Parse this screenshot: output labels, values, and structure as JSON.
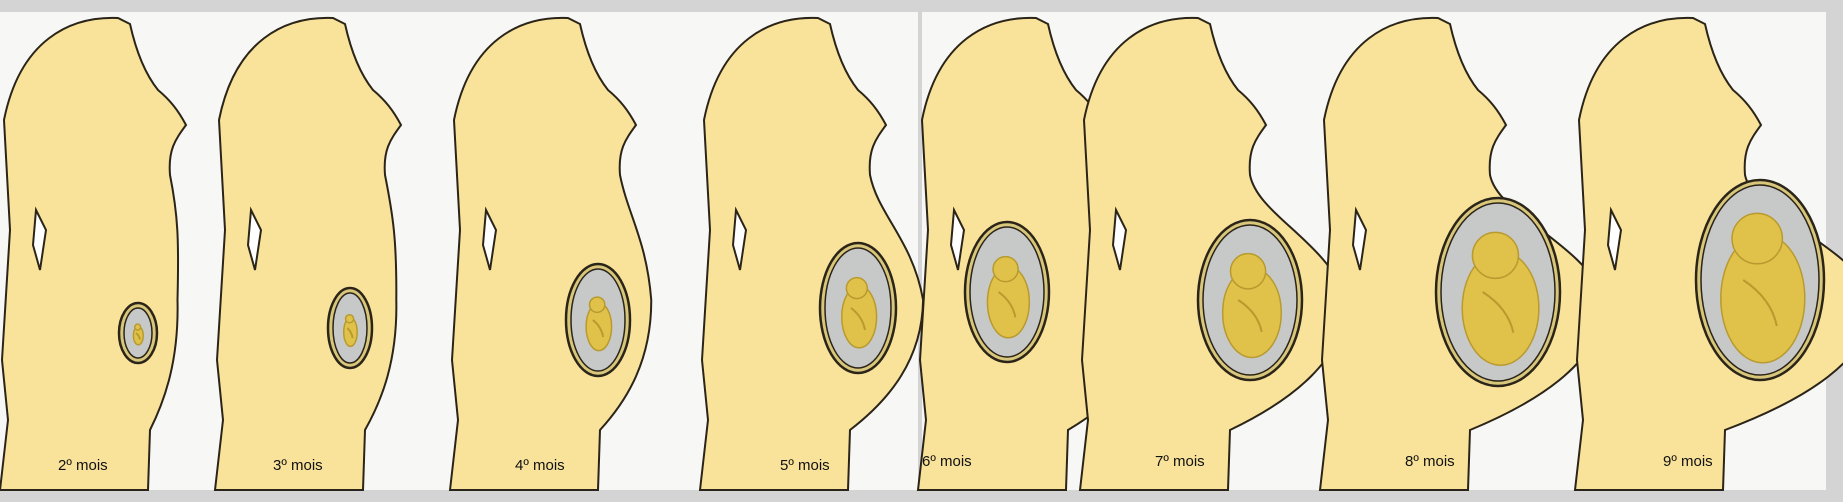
{
  "figure": {
    "colors": {
      "body_fill": "#f9e39a",
      "body_stroke": "#2b2418",
      "background": "#f7f7f5",
      "frame": "#c9c9c9",
      "amniotic_fill": "#c7c8c8",
      "uterus_ring": "#d8c77a",
      "fetus_fill": "#e0c24a",
      "fetus_shade": "#b89a2e"
    },
    "stages": [
      {
        "label": "2º mois",
        "fetus_level": 0.1
      },
      {
        "label": "3º mois",
        "fetus_level": 0.2
      },
      {
        "label": "4º mois",
        "fetus_level": 0.35
      },
      {
        "label": "5º mois",
        "fetus_level": 0.5
      },
      {
        "label": "6º mois",
        "fetus_level": 0.6
      },
      {
        "label": "7º mois",
        "fetus_level": 0.75
      },
      {
        "label": "8º mois",
        "fetus_level": 0.88
      },
      {
        "label": "9º mois",
        "fetus_level": 1.0
      }
    ]
  }
}
